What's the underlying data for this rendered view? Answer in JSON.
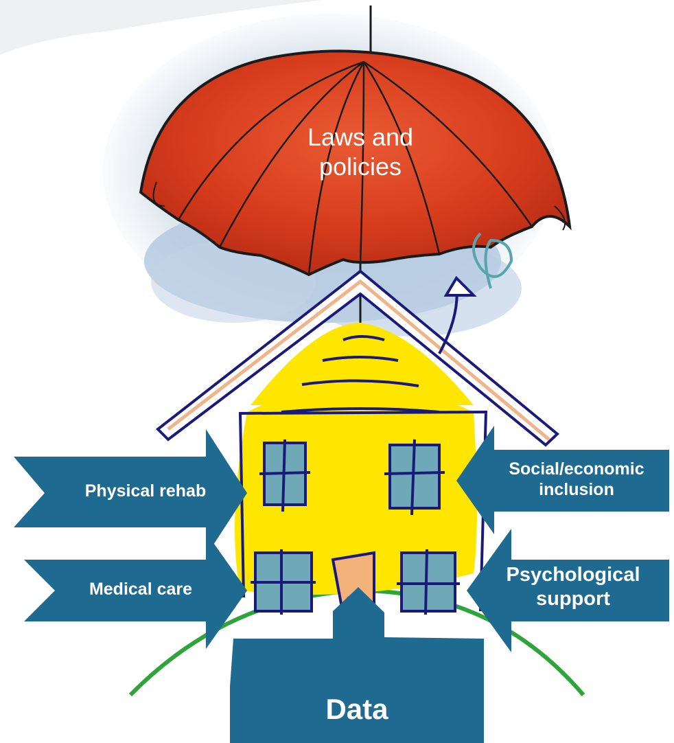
{
  "umbrella": {
    "label_line1": "Laws and",
    "label_line2": "policies"
  },
  "arrows": {
    "physical_rehab": "Physical rehab",
    "medical_care": "Medical care",
    "social_line1": "Social/economic",
    "social_line2": "inclusion",
    "psych_line1": "Psychological",
    "psych_line2": "support",
    "data": "Data"
  },
  "colors": {
    "arrow_fill": "#1f6a91",
    "umbrella_red": "#d83a1f",
    "house_yellow": "#ffe600",
    "outline_navy": "#1a1a7a",
    "ground_green": "#2ea43a",
    "window_teal": "#6fa9b8",
    "door_peach": "#f2b27a"
  }
}
